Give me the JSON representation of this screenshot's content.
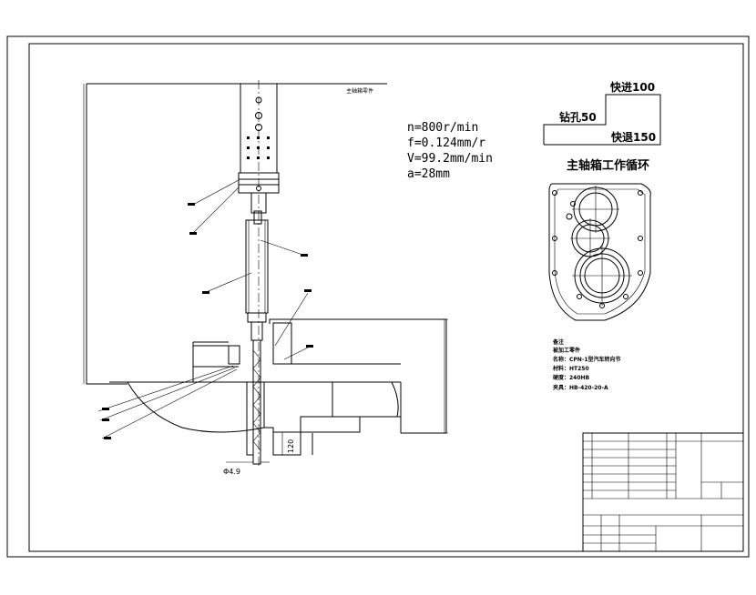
{
  "drawing": {
    "header_label": "主轴箱零件",
    "params": [
      "n=800r/min",
      "f=0.124mm/r",
      "V=99.2mm/min",
      "a=28mm"
    ],
    "cycle": {
      "title": "主轴箱工作循环",
      "fast_forward": "快进100",
      "drilling": "钻孔50",
      "fast_return": "快退150"
    },
    "dims": {
      "diameter": "Φ4.9",
      "depth": "120"
    },
    "notes": [
      "备注",
      "被加工零件",
      "名称：CPN-1型汽车转向节",
      "材料：HT250",
      "硬度：240HB",
      "夹具：HB-420-20-A"
    ]
  }
}
